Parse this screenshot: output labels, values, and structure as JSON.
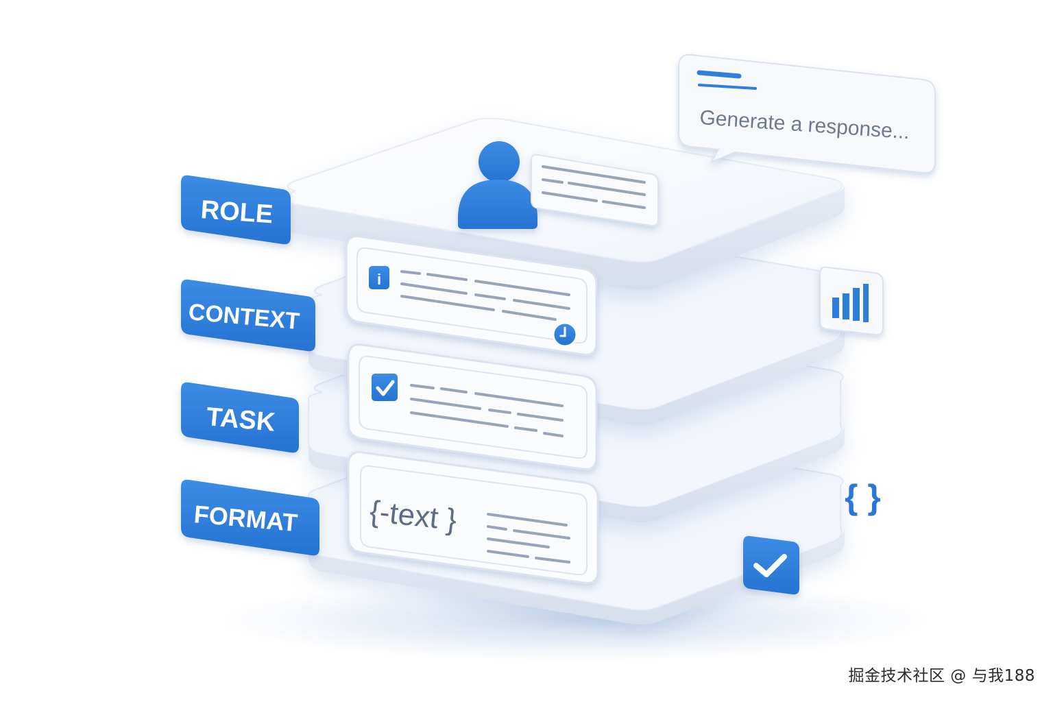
{
  "layers": [
    {
      "id": "role",
      "label": "ROLE"
    },
    {
      "id": "context",
      "label": "CONTEXT"
    },
    {
      "id": "task",
      "label": "TASK"
    },
    {
      "id": "format",
      "label": "FORMAT"
    }
  ],
  "response_bubble": {
    "text": "Generate a response..."
  },
  "format_card": {
    "code_text": "{-text }"
  },
  "brace_glyph": "{ }",
  "info_glyph": "i",
  "icons": {
    "role": "user-avatar-icon",
    "context": "info-icon",
    "task": "checkbox-checked-icon",
    "format": "code-braces-icon",
    "chart": "bar-chart-icon",
    "done": "checkmark-icon",
    "clock": "clock-icon"
  },
  "colors": {
    "accent": "#2f7fdc",
    "accent_dark": "#1f62b8",
    "slab": "#f3f6fb",
    "slab_edge": "#dde4f0"
  },
  "watermark": "掘金技术社区 @ 与我188"
}
